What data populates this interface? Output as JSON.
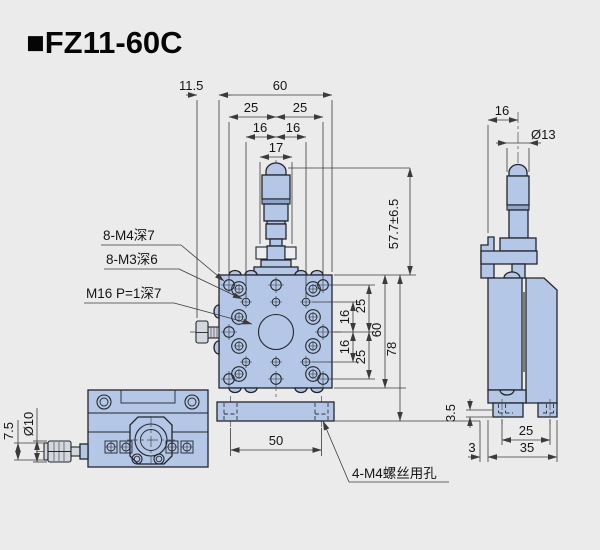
{
  "title": "■FZ11-60C",
  "colors": {
    "body": "#b5c7e6",
    "knob": "#d4d8de",
    "outline": "#22262c",
    "dimline": "#3b3b3b",
    "background": "#ebebeb"
  },
  "front_view": {
    "dims": {
      "w11_5": "11.5",
      "w60": "60",
      "w25l": "25",
      "w25r": "25",
      "w16l": "16",
      "w16r": "16",
      "w17": "17",
      "travel": "57.7±6.5",
      "r25a": "25",
      "r16a": "16",
      "r16b": "16",
      "r25b": "25",
      "r60": "60",
      "r78": "78",
      "b50": "50"
    },
    "labels": {
      "m4": "8-M4深7",
      "m3": "8-M3深6",
      "m16": "M16 P=1深7",
      "base": "4-M4螺丝用孔"
    }
  },
  "side_view": {
    "dims": {
      "t16": "16",
      "d13": "Ø13",
      "h3_5": "3.5",
      "b25": "25",
      "b3": "3",
      "b35": "35"
    }
  },
  "top_view": {
    "dims": {
      "h7_5": "7.5",
      "d10": "Ø10"
    }
  }
}
